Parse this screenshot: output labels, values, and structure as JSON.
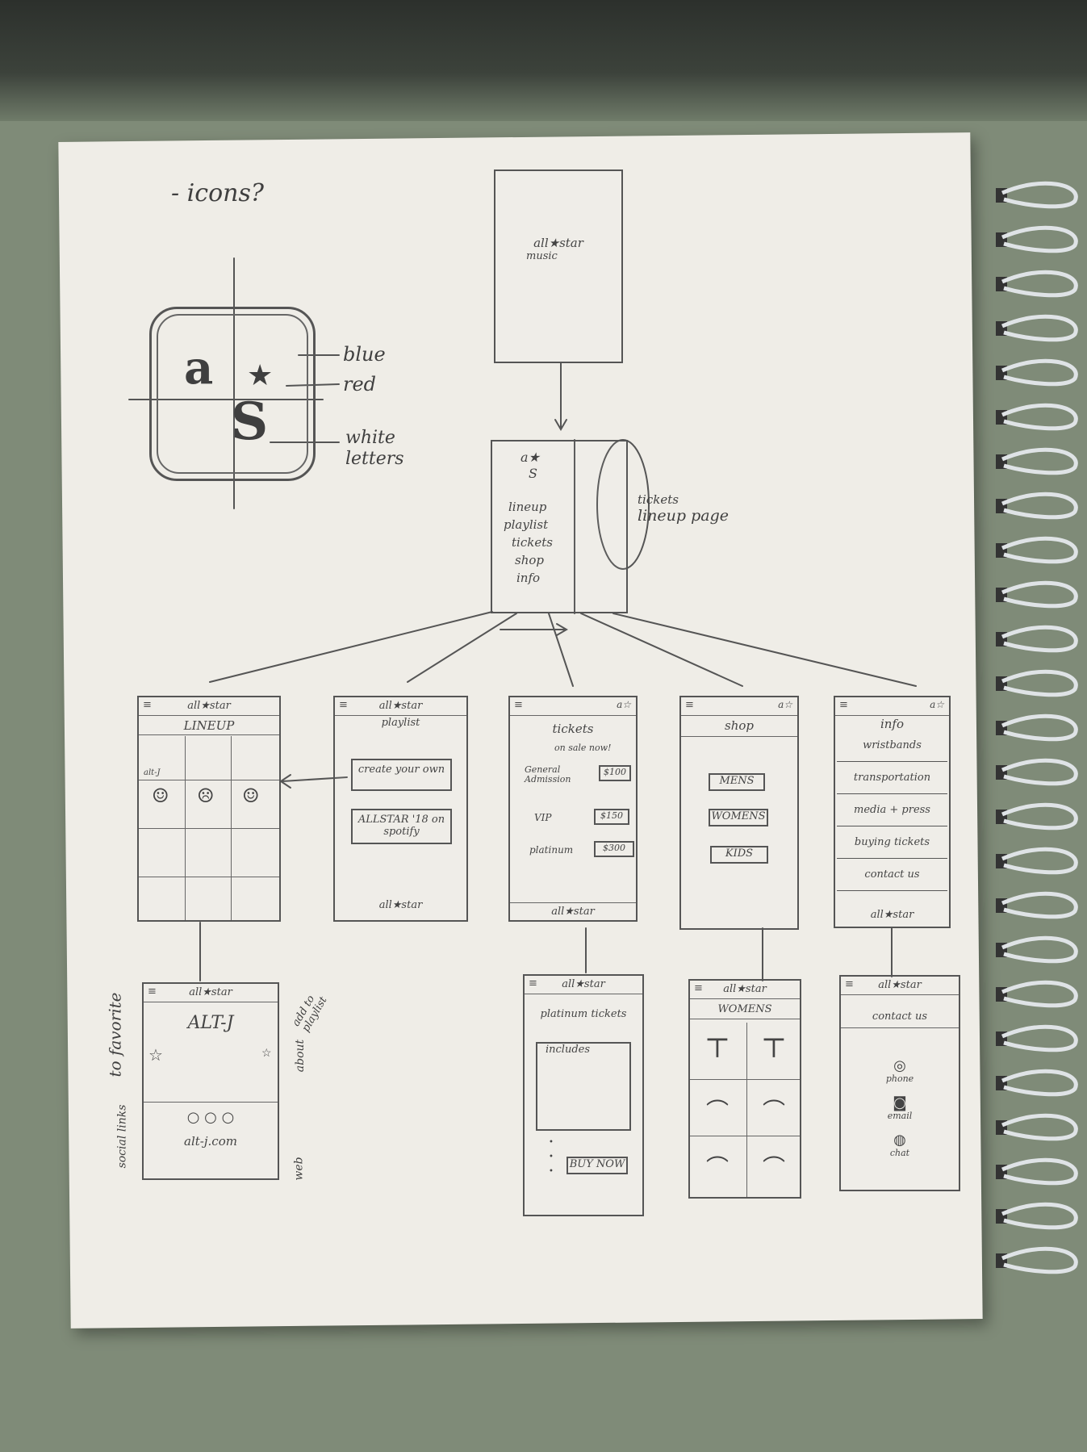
{
  "icons_note": "- icons?",
  "app_icon": {
    "glyph_a": "a",
    "glyph_s": "S",
    "glyph_star": "★",
    "annotations": [
      "blue",
      "red",
      "white letters"
    ]
  },
  "splash": {
    "logo": "all★star",
    "sub": "music"
  },
  "menu_screen": {
    "logo_top": "a★",
    "logo_bottom": "S",
    "items": [
      "lineup",
      "playlist",
      "tickets",
      "shop",
      "info"
    ],
    "side_note": "lineup page",
    "side_note_struck": "tickets"
  },
  "screens": {
    "lineup": {
      "header": "all★star",
      "title": "LINEUP",
      "artist_label": "alt-J"
    },
    "playlist": {
      "header": "all★star",
      "title": "playlist",
      "buttons": [
        "create your own",
        "ALLSTAR '18 on spotify"
      ],
      "footer": "all★star"
    },
    "tickets": {
      "title": "tickets",
      "on_sale": "on sale now!",
      "rows": [
        {
          "label": "General Admission",
          "price": "$100"
        },
        {
          "label": "VIP",
          "price": "$150"
        },
        {
          "label": "platinum",
          "price": "$300"
        }
      ],
      "footer": "all★star"
    },
    "shop": {
      "title": "shop",
      "buttons": [
        "MENS",
        "WOMENS",
        "KIDS"
      ]
    },
    "info": {
      "title": "info",
      "items": [
        "wristbands",
        "transportation",
        "media + press",
        "buying tickets",
        "contact us"
      ],
      "footer": "all★star"
    }
  },
  "subscreens": {
    "artist": {
      "header": "all★star",
      "name": "ALT-J",
      "site": "alt-j.com",
      "notes": [
        "add to playlist",
        "about",
        "web",
        "to favorite",
        "social links"
      ]
    },
    "platinum": {
      "header": "all★star",
      "title": "platinum tickets",
      "includes": "includes",
      "buy": "BUY NOW"
    },
    "womens": {
      "header": "all★star",
      "title": "WOMENS"
    },
    "contact": {
      "header": "all★star",
      "title": "contact us",
      "options": [
        "phone",
        "email",
        "chat"
      ]
    }
  }
}
